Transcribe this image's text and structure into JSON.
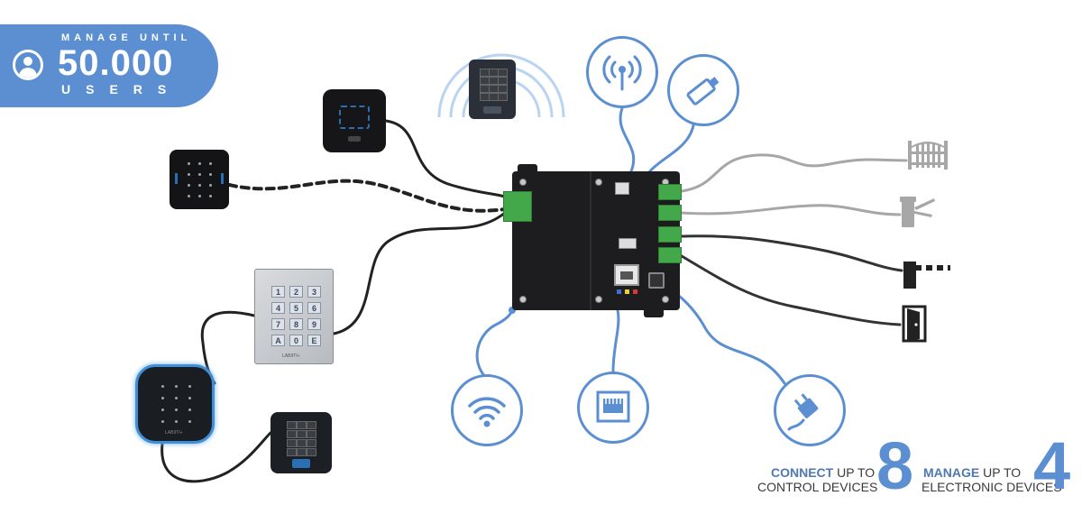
{
  "badge": {
    "line1": "MANAGE UNTIL",
    "number": "50.000",
    "line3": "USERS"
  },
  "reader_panels": {
    "keypad_steel_keys": [
      "1",
      "2",
      "3",
      "4",
      "5",
      "6",
      "7",
      "8",
      "9",
      "A",
      "0",
      "E"
    ],
    "keypad_steel_brand": "LABIITI+",
    "round_reader_brand": "LABIITI+"
  },
  "footer": {
    "connect": {
      "highlight": "CONNECT",
      "rest": " UP TO",
      "line2": "CONTROL DEVICES",
      "number": "8"
    },
    "manage": {
      "highlight": "MANAGE",
      "rest": " UP TO",
      "line2": "ELECTRONIC DEVICES",
      "number": "4"
    }
  },
  "colors": {
    "accent": "#5b8fd2",
    "board": "#1d1d1f",
    "terminal": "#43a84a",
    "wire_dark": "#222222",
    "wire_grey": "#a7a7a7"
  },
  "icons": {
    "user": "user-circle-icon",
    "antenna": "antenna-icon",
    "usb": "usb-stick-icon",
    "wifi": "wifi-icon",
    "ethernet": "ethernet-icon",
    "power": "power-plug-icon",
    "gate": "gate-icon",
    "turnstile": "turnstile-icon",
    "barrier": "barrier-icon",
    "door": "door-icon"
  }
}
